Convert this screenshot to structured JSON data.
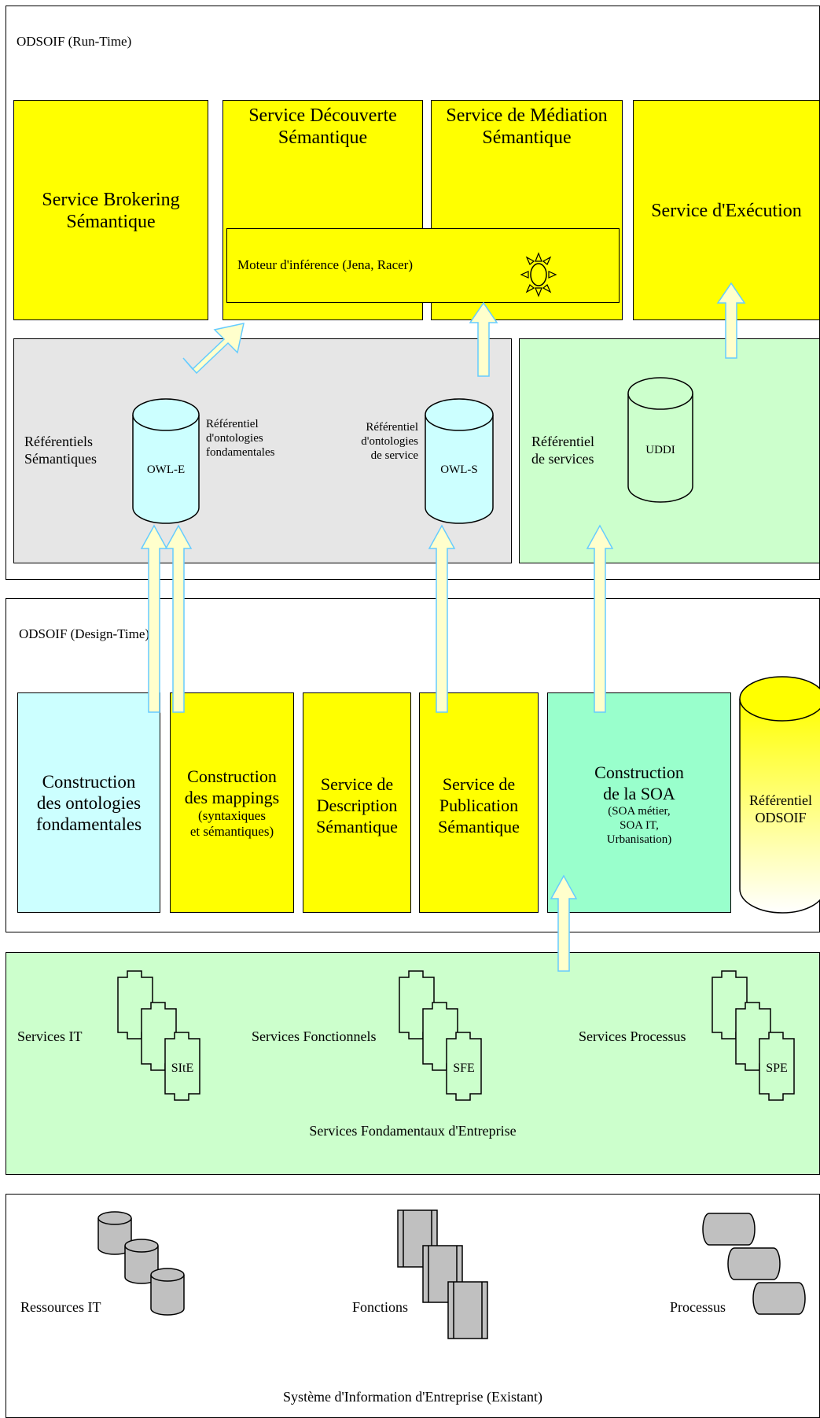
{
  "runtime": {
    "title": "ODSOIF  (Run-Time)",
    "brokering": [
      "Service Brokering",
      "Sémantique"
    ],
    "decouverte": [
      "Service Découverte",
      "Sémantique"
    ],
    "mediation": [
      "Service de Médiation",
      "Sémantique"
    ],
    "execution": "Service d'Exécution",
    "moteur": "Moteur d'inférence (Jena, Racer)",
    "ref_semantiques": [
      "Référentiels",
      "Sémantiques"
    ],
    "owle": "OWL-E",
    "ref_onto_fond": [
      "Référentiel",
      "d'ontologies",
      "fondamentales"
    ],
    "ref_onto_serv": [
      "Référentiel",
      "d'ontologies",
      "de service"
    ],
    "owls": "OWL-S",
    "ref_services": [
      "Référentiel",
      "de services"
    ],
    "uddi": "UDDI"
  },
  "designtime": {
    "title": "ODSOIF  (Design-Time)",
    "construction_onto": [
      "Construction",
      "des ontologies",
      "fondamentales"
    ],
    "construction_map": [
      "Construction",
      "des mappings"
    ],
    "construction_map_sub": [
      "(syntaxiques",
      "et sémantiques)"
    ],
    "service_desc": [
      "Service de",
      "Description",
      "Sémantique"
    ],
    "service_pub": [
      "Service de",
      "Publication",
      "Sémantique"
    ],
    "construction_soa": [
      "Construction",
      "de la SOA"
    ],
    "construction_soa_sub": [
      "(SOA métier,",
      "SOA IT,",
      "Urbanisation)"
    ],
    "ref_odsoif": [
      "Référentiel",
      "ODSOIF"
    ]
  },
  "sfe": {
    "services_it": "Services IT",
    "services_fonct": "Services Fonctionnels",
    "services_proc": "Services Processus",
    "site": "SItE",
    "sfe": "SFE",
    "spe": "SPE",
    "caption": "Services Fondamentaux d'Entreprise"
  },
  "existant": {
    "ressources": "Ressources IT",
    "fonctions": "Fonctions",
    "processus": "Processus",
    "caption": "Système d'Information d'Entreprise (Existant)"
  },
  "colors": {
    "yellow": "#ffff00",
    "gray": "#e6e6e6",
    "green": "#ccffcc",
    "cyan": "#ccffff",
    "mint": "#99ffcc",
    "arrow_fill": "#ffffcc",
    "arrow_stroke": "#66ccff",
    "device_gray": "#c0c0c0"
  }
}
